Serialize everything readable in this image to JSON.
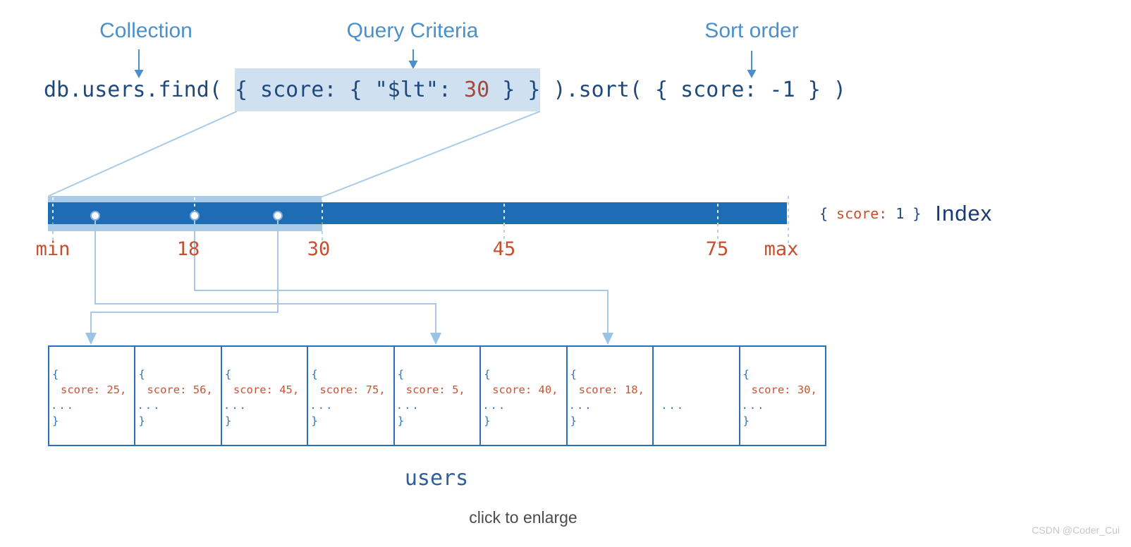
{
  "annotations": {
    "collection": "Collection",
    "query_criteria": "Query Criteria",
    "sort_order": "Sort order"
  },
  "code": {
    "prefix": "db.users.find( ",
    "criteria_pre": "{ score: { \"$lt\": ",
    "criteria_value": "30",
    "criteria_post": " } }",
    "suffix": " ).sort( { score: -1 } )"
  },
  "index_bar": {
    "ticks": [
      "min",
      "18",
      "30",
      "45",
      "75",
      "max"
    ],
    "index_label": {
      "open_brace": "{",
      "key": "score:",
      "value": "1",
      "close_brace": "}",
      "name": "Index"
    }
  },
  "documents": {
    "symbols": {
      "open": "{",
      "ellipsis": "...",
      "close": "}"
    },
    "score_lines": [
      "score: 25,",
      "score: 56,",
      "score: 45,",
      "score: 75,",
      "score: 5,",
      "score: 40,",
      "score: 18,",
      null,
      "score: 30,"
    ],
    "caption": "users"
  },
  "footer": {
    "hint": "click to enlarge",
    "watermark": "CSDN @Coder_Cui"
  },
  "colors": {
    "label_blue": "#4a90cc",
    "code_navy": "#1f497d",
    "value_red": "#a44a3a",
    "orange": "#c4502e",
    "doc_orange": "#ca5334",
    "bar_blue": "#1d6cb4",
    "band_blue": "#a9cbe8",
    "connector_blue": "#a9c7e6",
    "arrowhead_blue": "#9cc2e4",
    "box_border_blue": "#2a70b8",
    "doc_brace_blue": "#2e75b6",
    "highlight_bg": "#cfe0f1",
    "index_navy": "#1b3a74",
    "users_blue": "#2d6098",
    "hint_gray": "#4c4c4c",
    "watermark_gray": "#c3c7cd"
  }
}
